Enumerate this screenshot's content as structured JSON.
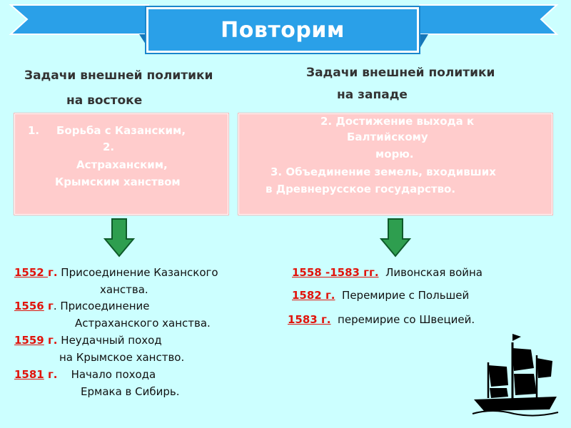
{
  "slide": {
    "title": "Повторим",
    "east": {
      "heading_line1": "Задачи внешней политики",
      "heading_line2": "на востоке",
      "box_num": "1.",
      "box_line1": "Борьба с Казанским,",
      "box_line2": "2.",
      "box_line3": "Астраханским,",
      "box_line4": "Крымским ханством"
    },
    "west": {
      "heading_line1": "Задачи внешней политики",
      "heading_line2": "на западе",
      "box_line1": "2. Достижение выхода к",
      "box_line2": "Балтийскому",
      "box_line3": "морю.",
      "box_line4": "3. Объединение земель, входивших",
      "box_line5": "в Древнерусское государство."
    },
    "east_events": [
      {
        "year": "1552 ",
        "suffix": "г.",
        "text": " Присоединение  Казанского",
        "cont": "ханства."
      },
      {
        "year": "1556",
        "suffix": " г",
        "text": ". Присоединение",
        "cont": "Астраханского ханства."
      },
      {
        "year": "1559",
        "suffix": " г.",
        "text": " Неудачный поход",
        "cont": "на Крымское ханство."
      },
      {
        "year": "1581",
        "suffix": " г.",
        "text": "    Начало похода",
        "cont": "Ермака в Сибирь."
      }
    ],
    "west_events": [
      {
        "year": "1558 -1583 гг.",
        "text": "  Ливонская война"
      },
      {
        "year": "1582 г.",
        "text": "  Перемирие с Польшей"
      },
      {
        "year": "1583 г.",
        "text": "  перемирие со Швецией."
      }
    ],
    "colors": {
      "background": "#ccffff",
      "banner": "#2aa0e8",
      "box": "#ffcccc",
      "year": "#e0140c",
      "arrow": "#2e9e4f"
    },
    "icons": [
      "ribbon-banner",
      "down-arrow-icon",
      "sailing-ship-icon"
    ]
  }
}
